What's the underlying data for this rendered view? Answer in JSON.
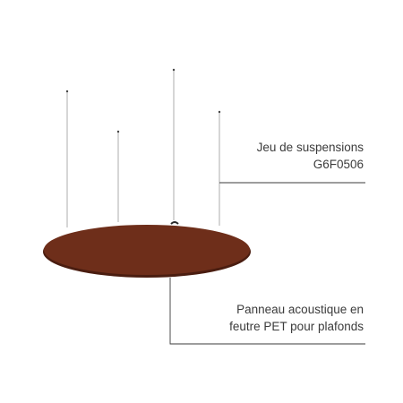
{
  "callouts": {
    "suspension": {
      "line1": "Jeu de suspensions",
      "line2": "G6F0506"
    },
    "panel": {
      "line1": "Panneau acoustique en",
      "line2": "feutre PET pour plafonds"
    }
  },
  "colors": {
    "panel_fill": "#6e2e1a",
    "panel_edge": "#4a1d10",
    "cable": "#9a9a9a",
    "leader_line": "#3b3b3b",
    "text": "#3b3b3b"
  }
}
